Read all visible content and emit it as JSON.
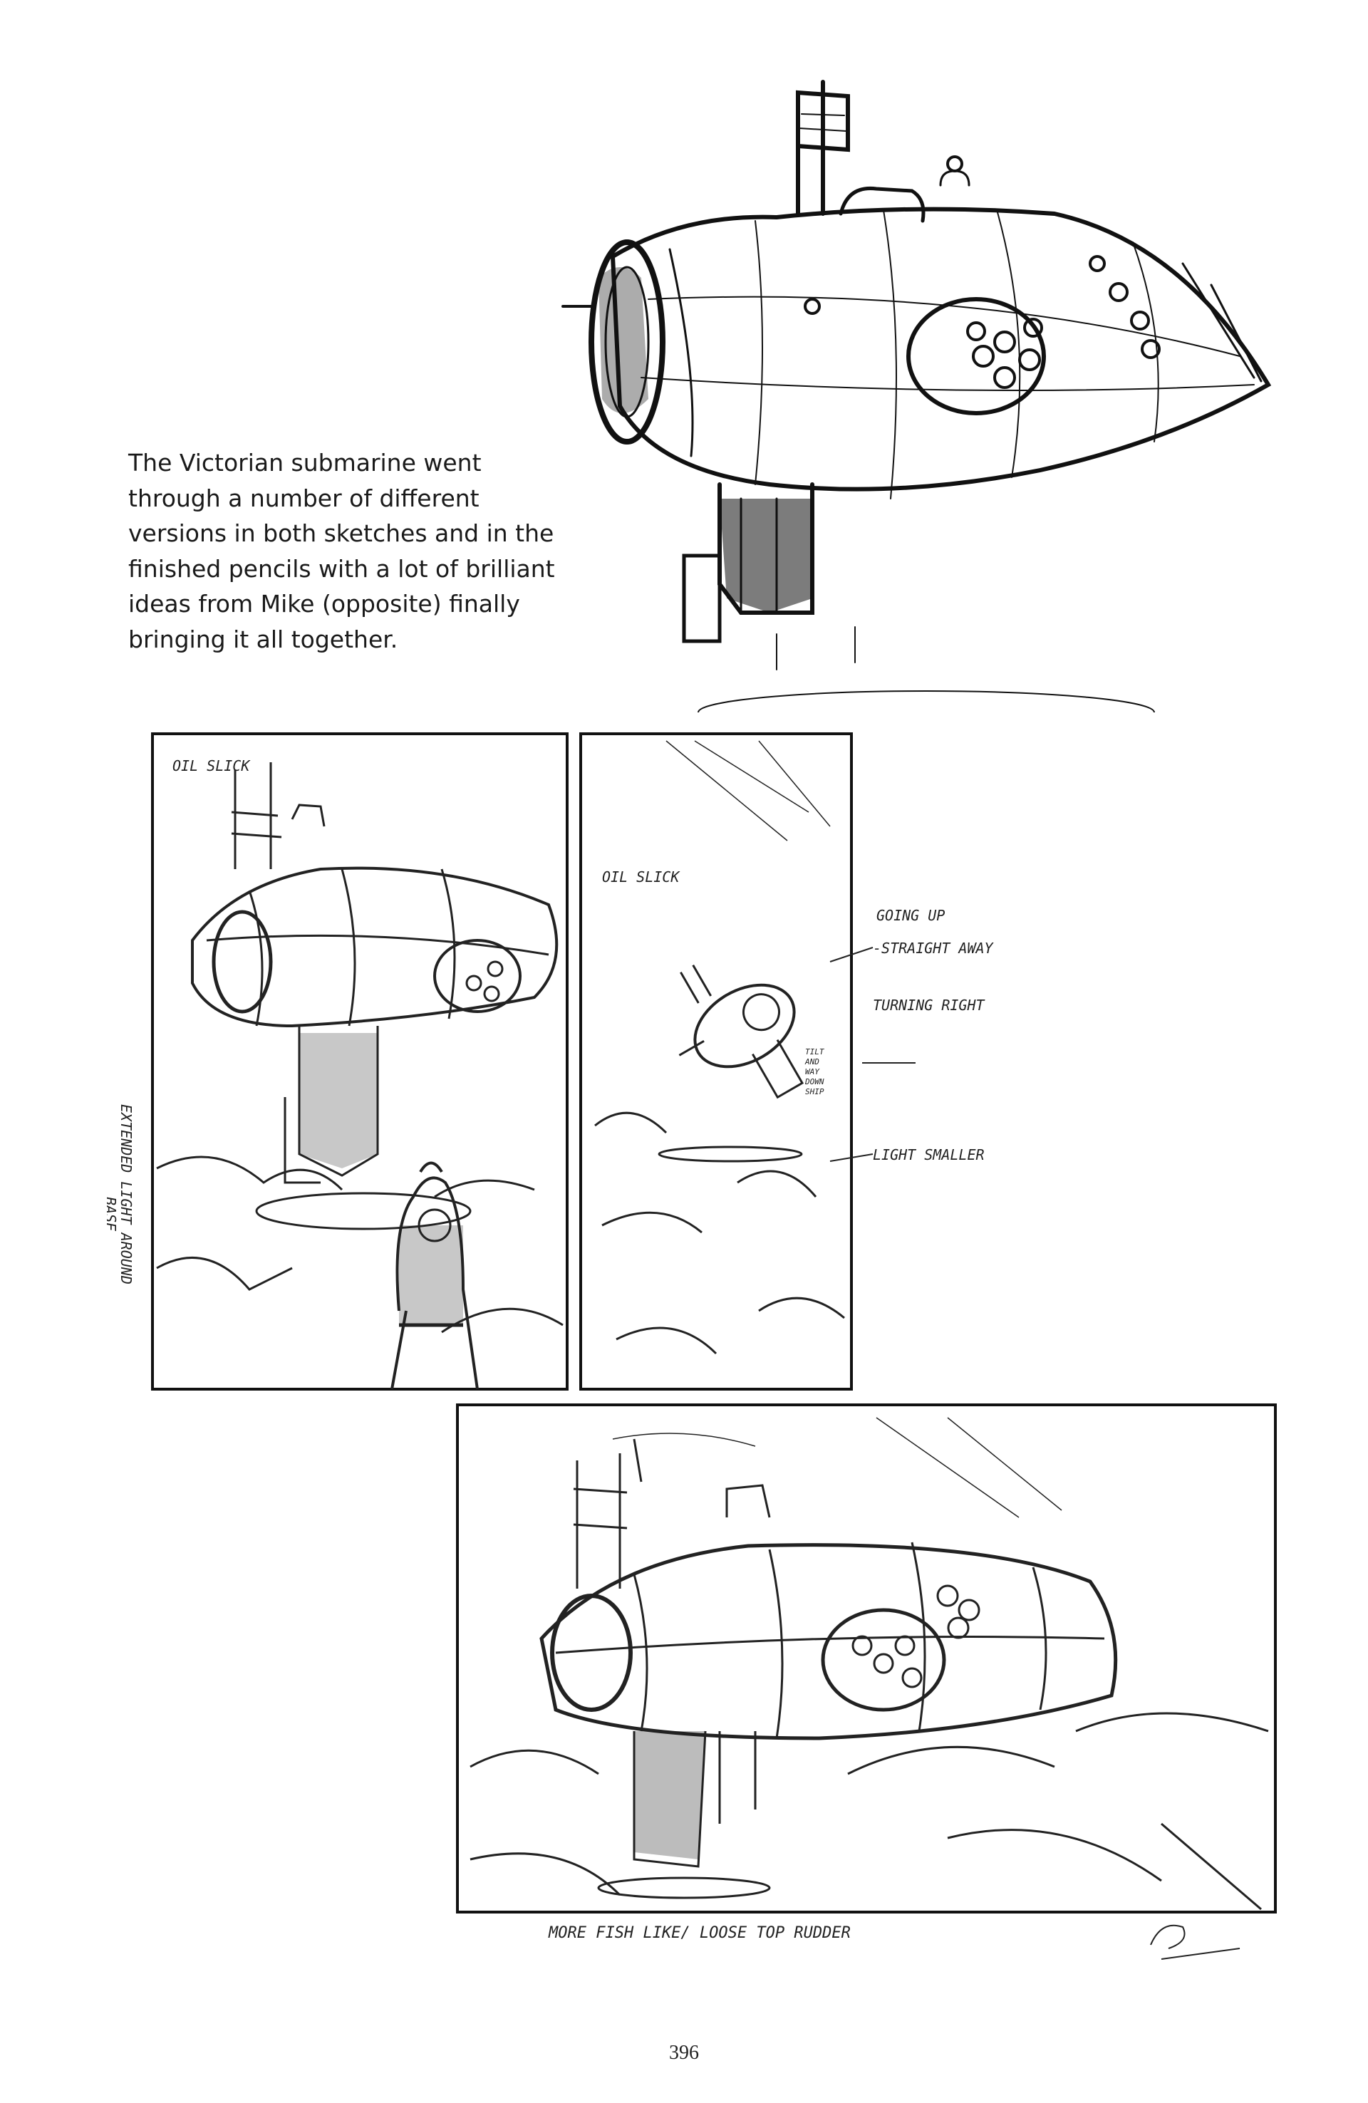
{
  "caption": "The Victorian submarine went through a number of different versions in both sketches and in the finished pencils with a lot of brilliant ideas from Mike (opposite) finally bringing it all together.",
  "panel_left": {
    "note_top": "OIL SLICK",
    "side_note_1": "EXTENDED LIGHT AROUND",
    "side_note_2": "BASE"
  },
  "panel_right": {
    "note_top": "OIL SLICK",
    "notes": [
      "GOING UP",
      "-STRAIGHT AWAY",
      "TURNING RIGHT",
      "LIGHT SMALLER"
    ],
    "tilt_note": [
      "TILT",
      "AND",
      "WAY",
      "DOWN",
      "SHIP"
    ]
  },
  "panel_bottom": {
    "note": "MORE FISH LIKE/ LOOSE TOP RUDDER"
  },
  "page_number": "396"
}
